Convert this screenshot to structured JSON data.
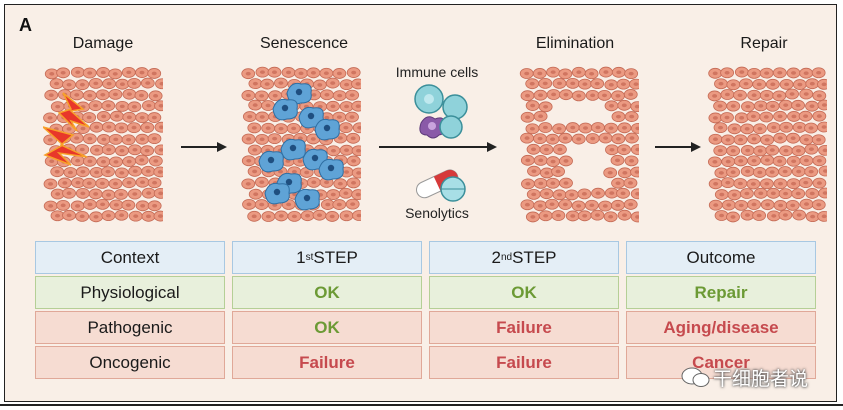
{
  "panel_label": "A",
  "stages": {
    "damage": "Damage",
    "senescence": "Senescence",
    "elimination": "Elimination",
    "repair": "Repair"
  },
  "labels": {
    "immune_cells": "Immune cells",
    "senolytics": "Senolytics"
  },
  "table": {
    "header": {
      "context": "Context",
      "step1_num": "1",
      "step1_sup": "st",
      "step1_rest": " STEP",
      "step2_num": "2",
      "step2_sup": "nd",
      "step2_rest": " STEP",
      "outcome": "Outcome"
    },
    "rows": [
      {
        "context": "Physiological",
        "step1": "OK",
        "step2": "OK",
        "outcome": "Repair"
      },
      {
        "context": "Pathogenic",
        "step1": "OK",
        "step2": "Failure",
        "outcome": "Aging/disease"
      },
      {
        "context": "Oncogenic",
        "step1": "Failure",
        "step2": "Failure",
        "outcome": "Cancer"
      }
    ]
  },
  "watermark": "干细胞者说",
  "colors": {
    "ok": "#6c9a35",
    "failure": "#c64a4e",
    "tissue": "#e8927a",
    "senescent": "#5fa3d6"
  }
}
